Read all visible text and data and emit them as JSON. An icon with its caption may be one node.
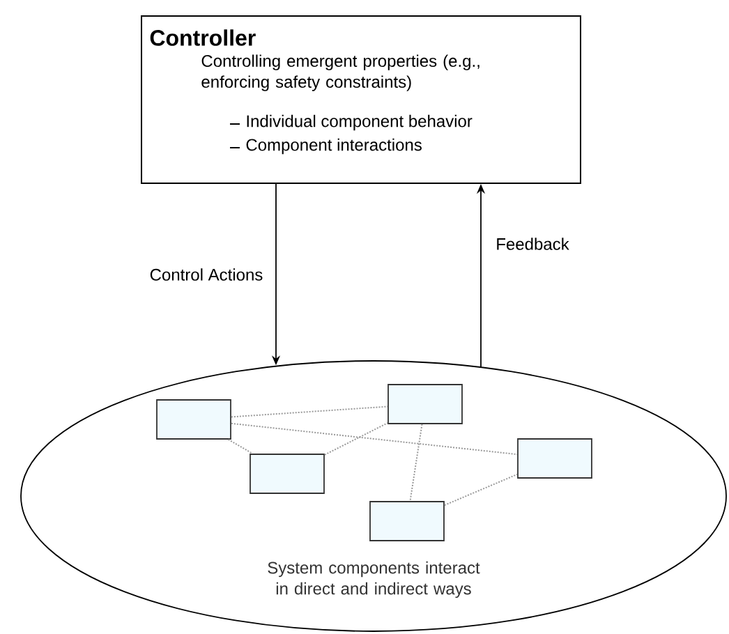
{
  "diagram": {
    "nodes": [
      {
        "text": [
          "Controller",
          "Controlling emergent properties (e.g., enforcing safety constraints)",
          "Individual component behavior",
          "Component interactions"
        ]
      },
      {
        "text": [
          "System components interact in direct and indirect ways"
        ]
      },
      {
        "text": [],
        "shape": "box",
        "in": 1
      },
      {
        "text": [],
        "shape": "box",
        "in": 1
      },
      {
        "text": [],
        "shape": "box",
        "in": 1
      },
      {
        "text": [],
        "shape": "box",
        "in": 1
      },
      {
        "text": [],
        "shape": "box",
        "in": 1
      }
    ],
    "edges": [
      {
        "from": 0,
        "to": 1,
        "arrow": "to",
        "label": "Control Actions",
        "color": "#000000"
      },
      {
        "from": 1,
        "to": 0,
        "arrow": "to",
        "label": "Feedback",
        "color": "#000000"
      },
      {
        "from": 2,
        "to": 3,
        "arrow": "none",
        "style": "dashed"
      },
      {
        "from": 2,
        "to": 5,
        "arrow": "none",
        "style": "dashed"
      },
      {
        "from": 2,
        "to": 4,
        "arrow": "none",
        "style": "dashed"
      },
      {
        "from": 4,
        "to": 3,
        "arrow": "none",
        "style": "dashed"
      },
      {
        "from": 3,
        "to": 6,
        "arrow": "none",
        "style": "dashed"
      },
      {
        "from": 6,
        "to": 5,
        "arrow": "none",
        "style": "dashed"
      }
    ]
  }
}
